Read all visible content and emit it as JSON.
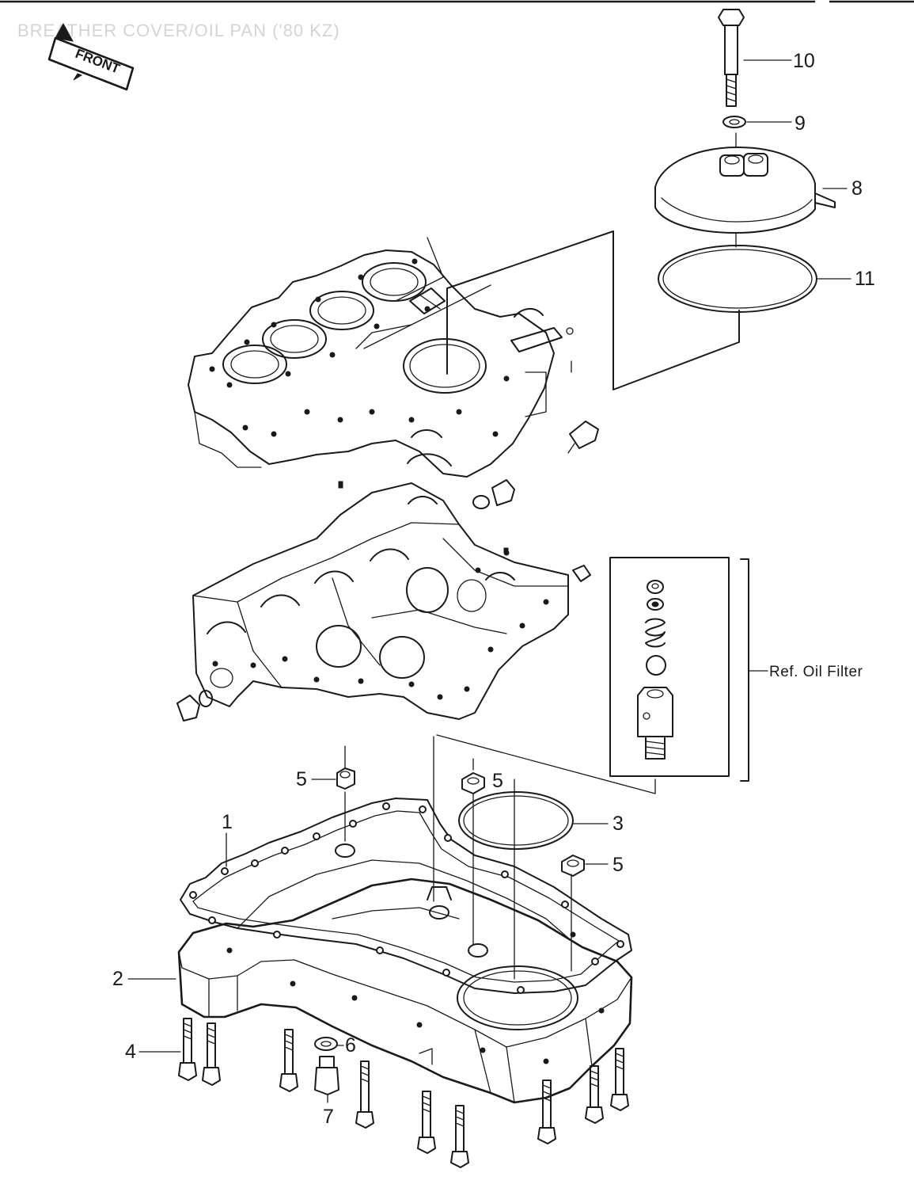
{
  "header_text": "BREATHER COVER/OIL PAN ('80 KZ)",
  "front_label": "FRONT",
  "callouts": {
    "c1": "1",
    "c2": "2",
    "c3": "3",
    "c4": "4",
    "c5a": "5",
    "c5b": "5",
    "c5c": "5",
    "c6": "6",
    "c7": "7",
    "c8": "8",
    "c9": "9",
    "c10": "10",
    "c11": "11"
  },
  "oil_filter_ref": "Ref. Oil Filter",
  "colors": {
    "ink": "#1a1a1a",
    "paper": "#ffffff",
    "faded": "#d4d4d4"
  }
}
